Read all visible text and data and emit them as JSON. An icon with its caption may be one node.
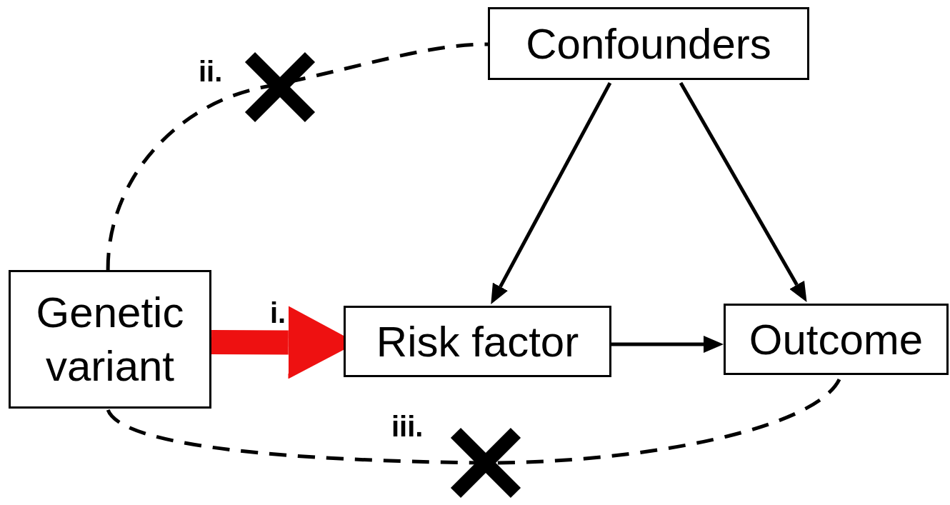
{
  "diagram": {
    "nodes": [
      {
        "text": [
          "Confounders"
        ]
      },
      {
        "text": [
          "Genetic variant"
        ]
      },
      {
        "text": [
          "Risk factor"
        ]
      },
      {
        "text": [
          "Outcome"
        ]
      }
    ],
    "edges": [
      {
        "from": 1,
        "to": 2,
        "arrow": "to",
        "label": "i.",
        "style": "thick",
        "color": "#ee1111"
      },
      {
        "from": 2,
        "to": 3,
        "arrow": "to"
      },
      {
        "from": 0,
        "to": 2,
        "arrow": "to"
      },
      {
        "from": 0,
        "to": 3,
        "arrow": "to"
      },
      {
        "from": 1,
        "to": 0,
        "arrow": "none",
        "label": "ii.",
        "style": "dashed"
      },
      {
        "from": 1,
        "to": 3,
        "arrow": "none",
        "label": "iii.",
        "style": "dashed"
      }
    ]
  }
}
